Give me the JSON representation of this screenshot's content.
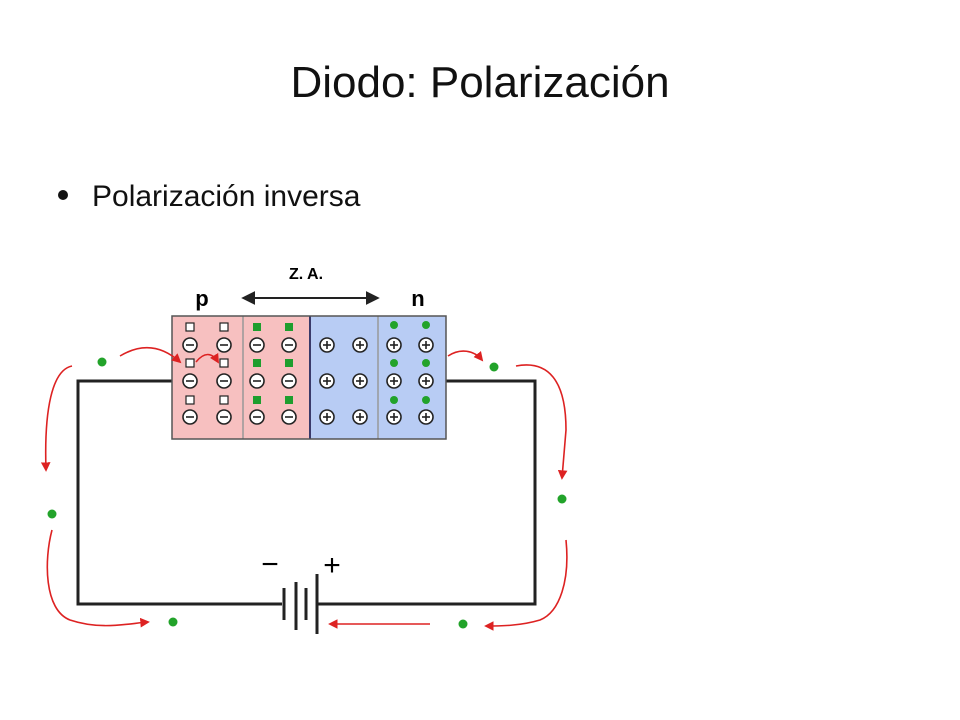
{
  "slide": {
    "title": "Diodo: Polarización",
    "bullet": "Polarización inversa"
  },
  "diagram": {
    "depletion_label": "Z. A.",
    "p_label": "p",
    "n_label": "n",
    "battery_negative": "−",
    "battery_positive": "+"
  },
  "colors": {
    "p_region": "#f7c0c0",
    "n_region": "#b8ccf4",
    "hole_dot": "#1e9e2e",
    "electron_dot": "#22a32a",
    "arrow": "#dd2222",
    "wire": "#222222"
  }
}
